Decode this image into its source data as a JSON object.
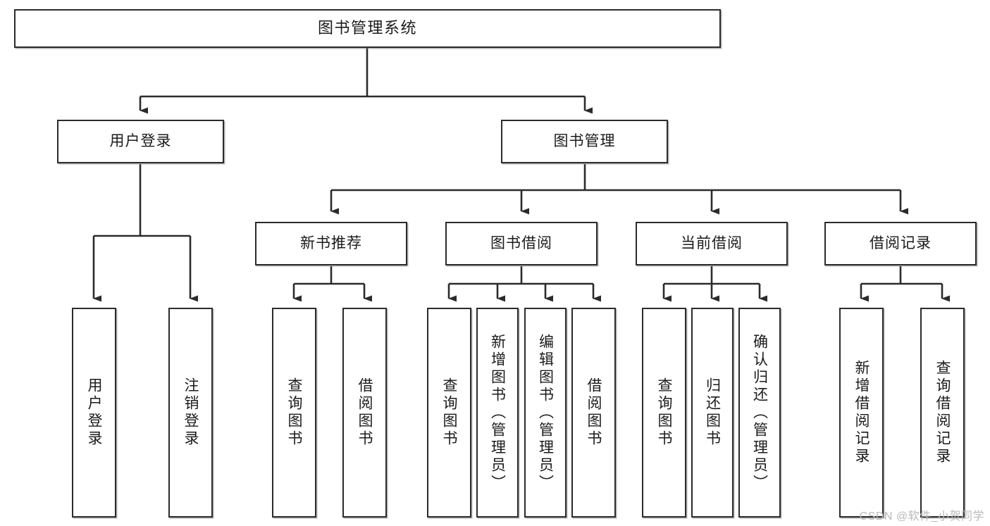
{
  "diagram": {
    "type": "tree",
    "title": "图书管理系统",
    "background_color": "#ffffff",
    "stroke_color": "#2b2b2b",
    "text_color": "#1b1b1b",
    "root": {
      "id": "root",
      "label": "图书管理系统",
      "orientation": "horizontal"
    },
    "level1": [
      {
        "id": "user-login",
        "label": "用户登录",
        "orientation": "horizontal"
      },
      {
        "id": "book-manage",
        "label": "图书管理",
        "orientation": "horizontal"
      }
    ],
    "level2": [
      {
        "id": "new-book-recommend",
        "label": "新书推荐",
        "orientation": "horizontal",
        "parent": "book-manage"
      },
      {
        "id": "book-borrow",
        "label": "图书借阅",
        "orientation": "horizontal",
        "parent": "book-manage"
      },
      {
        "id": "current-borrow",
        "label": "当前借阅",
        "orientation": "horizontal",
        "parent": "book-manage"
      },
      {
        "id": "borrow-record",
        "label": "借阅记录",
        "orientation": "horizontal",
        "parent": "book-manage"
      }
    ],
    "leaves": [
      {
        "id": "leaf-user-login",
        "label": "用户登录",
        "orientation": "vertical",
        "parent": "user-login"
      },
      {
        "id": "leaf-user-logout",
        "label": "注销登录",
        "orientation": "vertical",
        "parent": "user-login"
      },
      {
        "id": "leaf-query-book-1",
        "label": "查询图书",
        "orientation": "vertical",
        "parent": "new-book-recommend"
      },
      {
        "id": "leaf-borrow-book-1",
        "label": "借阅图书",
        "orientation": "vertical",
        "parent": "new-book-recommend"
      },
      {
        "id": "leaf-query-book-2",
        "label": "查询图书",
        "orientation": "vertical",
        "parent": "book-borrow"
      },
      {
        "id": "leaf-add-book",
        "label": "新增图书（管理员）",
        "orientation": "vertical",
        "parent": "book-borrow"
      },
      {
        "id": "leaf-edit-book",
        "label": "编辑图书（管理员）",
        "orientation": "vertical",
        "parent": "book-borrow"
      },
      {
        "id": "leaf-borrow-book-2",
        "label": "借阅图书",
        "orientation": "vertical",
        "parent": "book-borrow"
      },
      {
        "id": "leaf-query-book-3",
        "label": "查询图书",
        "orientation": "vertical",
        "parent": "current-borrow"
      },
      {
        "id": "leaf-return-book",
        "label": "归还图书",
        "orientation": "vertical",
        "parent": "current-borrow"
      },
      {
        "id": "leaf-confirm-return",
        "label": "确认归还（管理员）",
        "orientation": "vertical",
        "parent": "current-borrow"
      },
      {
        "id": "leaf-add-record",
        "label": "新增借阅记录",
        "orientation": "vertical",
        "parent": "borrow-record"
      },
      {
        "id": "leaf-query-record",
        "label": "查询借阅记录",
        "orientation": "vertical",
        "parent": "borrow-record"
      }
    ]
  },
  "watermark": {
    "text": "CSDN @软件_小贺同学"
  }
}
